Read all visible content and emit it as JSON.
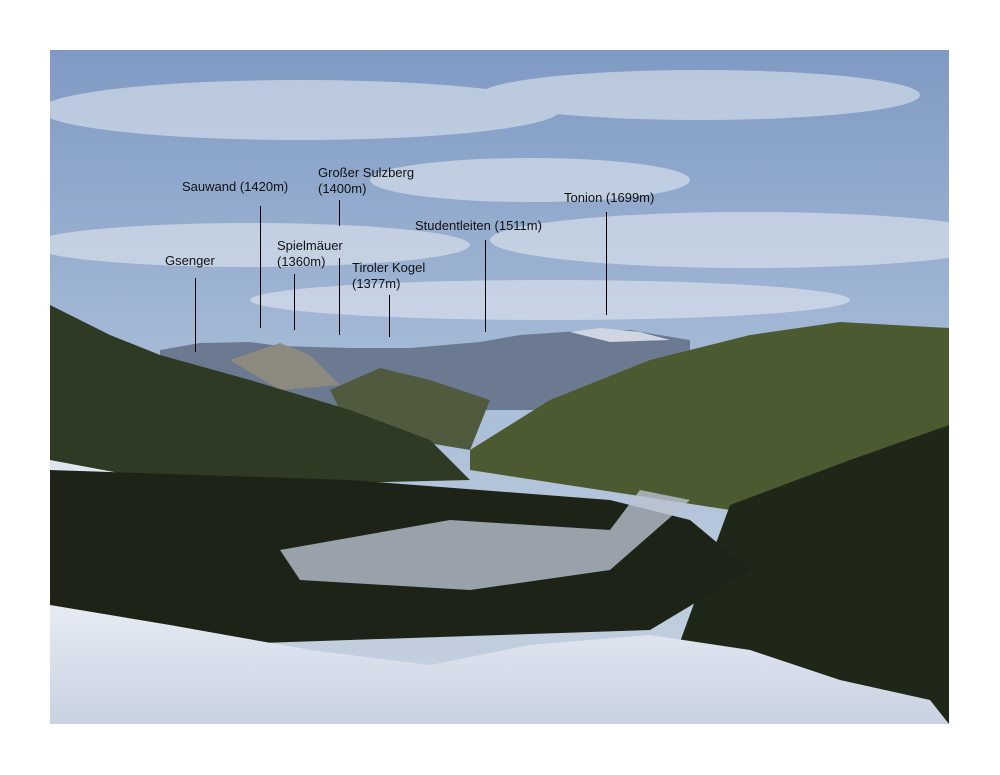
{
  "labels": {
    "gsenger": "Gsenger",
    "sauwand": "Sauwand (1420m)",
    "grosser_sulzberg_name": "Großer Sulzberg",
    "grosser_sulzberg_height": "(1400m)",
    "spielmaeuer_name": "Spielmäuer",
    "spielmaeuer_height": "(1360m)",
    "tiroler_kogel_name": "Tiroler Kogel",
    "tiroler_kogel_height": "(1377m)",
    "studentleiten": "Studentleiten (1511m)",
    "tonion": "Tonion (1699m)"
  }
}
